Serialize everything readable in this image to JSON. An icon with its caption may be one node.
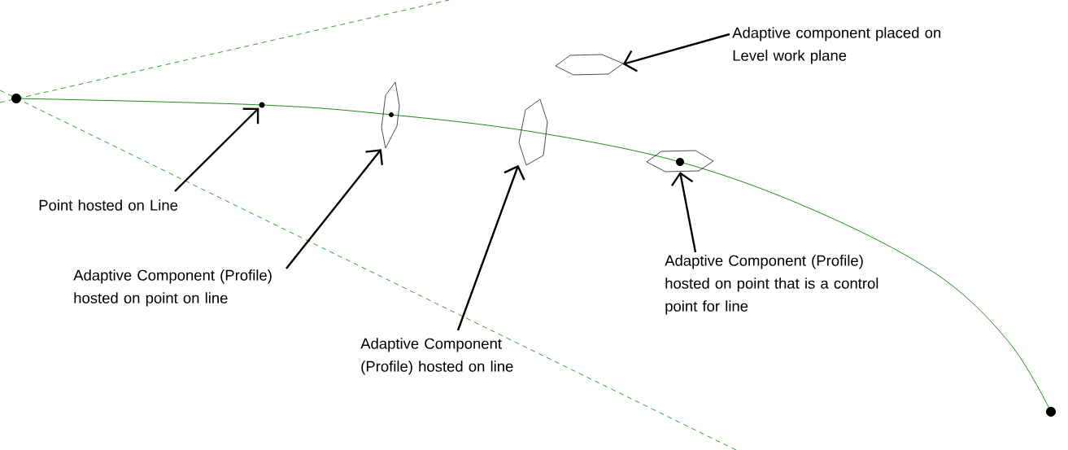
{
  "diagram": {
    "nodes": [
      {
        "text": [
          "Adaptive component placed on Level work plane"
        ]
      },
      {
        "text": [],
        "shape": "hexagon"
      },
      {
        "text": [],
        "shape": "circle"
      },
      {
        "text": [],
        "shape": "hexagon"
      },
      {
        "text": [],
        "shape": "hexagon"
      },
      {
        "text": [],
        "shape": "hexagon"
      },
      {
        "text": [
          "Point hosted on Line"
        ]
      },
      {
        "text": [
          "Adaptive Component (Profile) hosted on point on line"
        ]
      },
      {
        "text": [
          "Adaptive Component (Profile) hosted on line"
        ]
      },
      {
        "text": [
          "Adaptive Component (Profile) hosted on point that is a control point for line"
        ]
      }
    ],
    "edges": [
      {
        "from": 0,
        "to": 1,
        "arrow": "to"
      },
      {
        "from": 6,
        "to": 2,
        "arrow": "to"
      },
      {
        "from": 7,
        "to": 3,
        "arrow": "to"
      },
      {
        "from": 8,
        "to": 4,
        "arrow": "to"
      },
      {
        "from": 9,
        "to": 5,
        "arrow": "to"
      }
    ]
  }
}
